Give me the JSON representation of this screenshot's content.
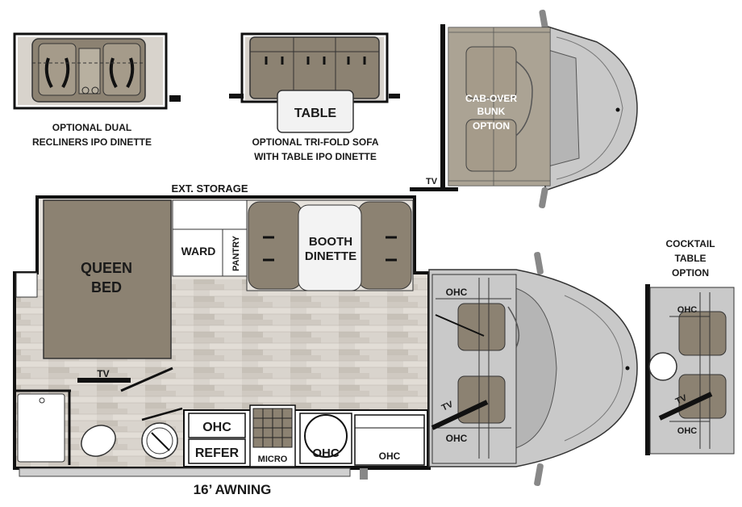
{
  "captions": {
    "dual_recliners": [
      "OPTIONAL DUAL",
      "RECLINERS IPO DINETTE"
    ],
    "trifold_sofa": [
      "OPTIONAL TRI-FOLD SOFA",
      "WITH TABLE IPO DINETTE"
    ],
    "cocktail_table": [
      "COCKTAIL",
      "TABLE",
      "OPTION"
    ]
  },
  "labels": {
    "table": "TABLE",
    "cab_over_bunk": [
      "CAB-OVER",
      "BUNK",
      "OPTION"
    ],
    "tv": "TV",
    "ext_storage": "EXT. STORAGE",
    "queen_bed": [
      "QUEEN",
      "BED"
    ],
    "ward": "WARD",
    "pantry": "PANTRY",
    "booth_dinette": [
      "BOOTH",
      "DINETTE"
    ],
    "ohc": "OHC",
    "refer": "REFER",
    "micro": "MICRO",
    "awning": "16’ AWNING"
  },
  "colors": {
    "wall": "#111111",
    "upholstery": "#8c8272",
    "upholstery_light": "#b8b0a0",
    "cab_gray": "#c9c9c9",
    "floor": "#d8d3cc"
  }
}
